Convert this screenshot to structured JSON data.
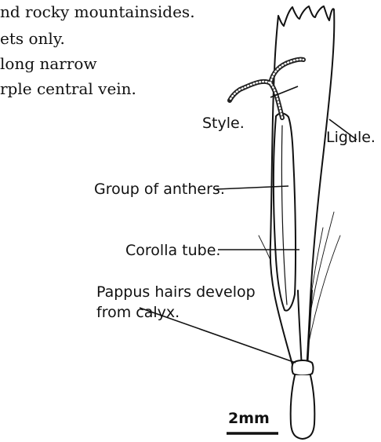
{
  "body_text": {
    "line1": "nd rocky mountainsides.",
    "line2": "ets only.",
    "line3": "long narrow",
    "line4": "rple central vein."
  },
  "labels": {
    "style": "Style.",
    "ligule": "Ligule.",
    "anthers": "Group of anthers.",
    "corolla": "Corolla tube.",
    "pappus_line1": "Pappus hairs develop",
    "pappus_line2": "from calyx."
  },
  "scale_bar": {
    "label": "2mm"
  }
}
